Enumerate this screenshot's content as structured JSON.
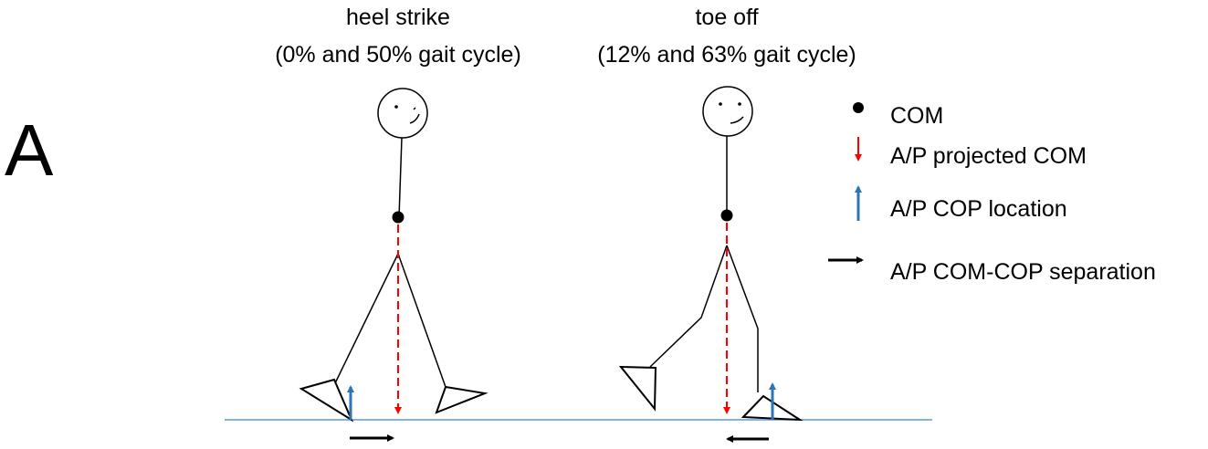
{
  "panel_label": "A",
  "poses": [
    {
      "title": "heel strike",
      "subtitle": "(0% and 50% gait cycle)"
    },
    {
      "title": "toe off",
      "subtitle": "(12% and 63% gait cycle)"
    }
  ],
  "legend": [
    {
      "symbol": "dot",
      "label": "COM"
    },
    {
      "symbol": "red-down-arrow",
      "label": "A/P projected COM"
    },
    {
      "symbol": "blue-up-arrow",
      "label": "A/P COP location"
    },
    {
      "symbol": "black-right-arrow",
      "label": "A/P COM-COP separation"
    }
  ],
  "colors": {
    "com": "#000000",
    "projected_com": "#ff0000",
    "cop": "#2e75b6",
    "separation": "#000000",
    "ground": "#5b9bd5"
  }
}
